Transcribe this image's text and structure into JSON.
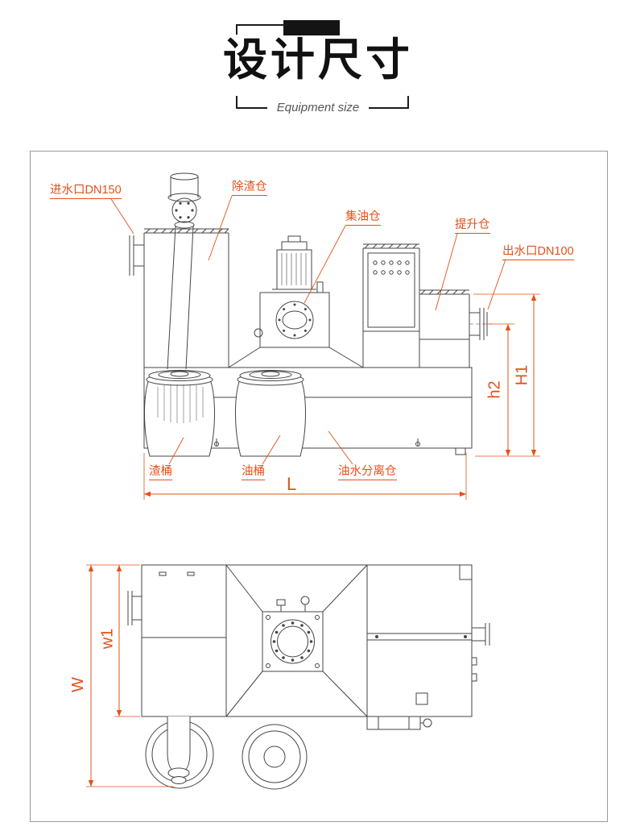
{
  "header": {
    "title": "设计尺寸",
    "subtitle": "Equipment size"
  },
  "colors": {
    "annotation": "#e2511a",
    "drawing_line": "#444444",
    "title": "#111111",
    "subtitle": "#555555"
  },
  "side_view": {
    "labels": {
      "inlet": "进水口DN150",
      "slag_chamber": "除渣仓",
      "oil_collection_chamber": "集油仓",
      "lifting_chamber": "提升仓",
      "outlet": "出水口DN100",
      "slag_bucket": "渣桶",
      "oil_bucket": "油桶",
      "separation_chamber": "油水分离仓"
    },
    "dimensions": {
      "h2": "h2",
      "H1": "H1",
      "L": "L"
    }
  },
  "plan_view": {
    "dimensions": {
      "W": "W",
      "w1": "w1"
    }
  }
}
